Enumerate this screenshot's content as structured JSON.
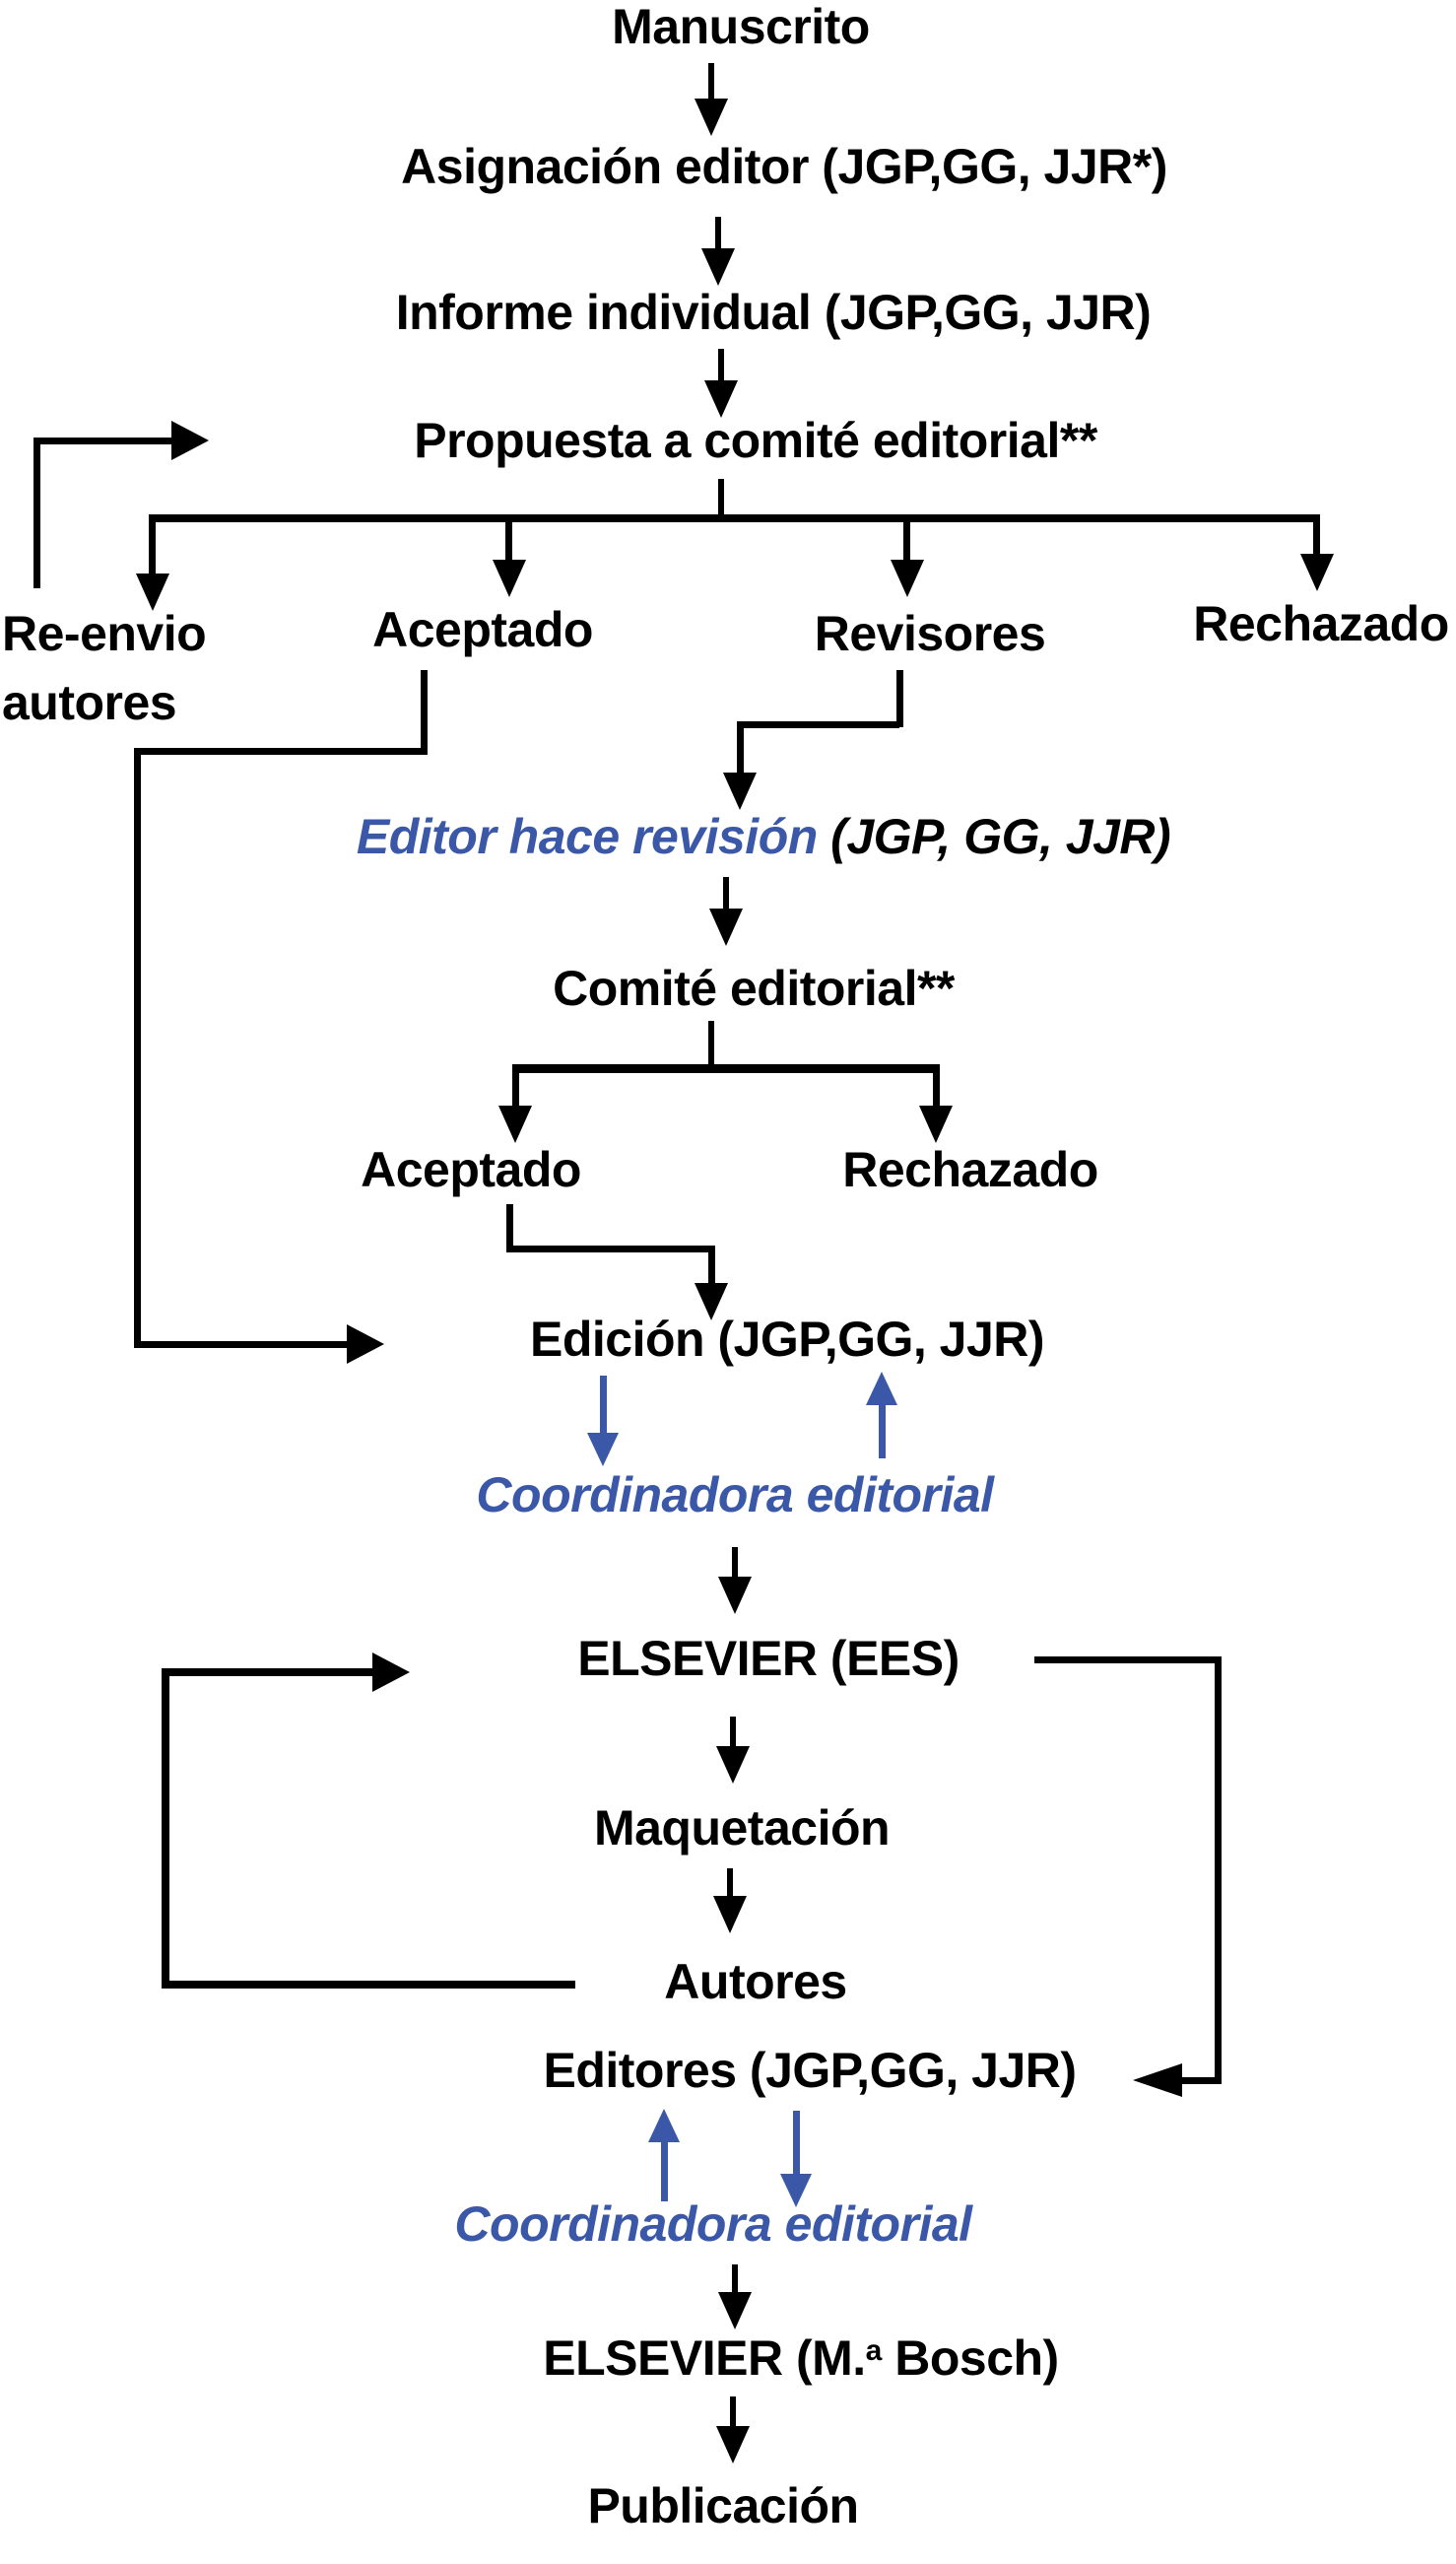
{
  "diagram_title": "Editorial workflow flowchart",
  "colors": {
    "text": "#000000",
    "accent_blue": "#3b58a8",
    "background": "#ffffff"
  },
  "nodes": {
    "manuscrito": "Manuscrito",
    "asignacion_editor": "Asignación editor (JGP,GG, JJR*)",
    "informe_individual": "Informe individual (JGP,GG, JJR)",
    "propuesta_comite": "Propuesta a comité editorial**",
    "reenvio_line1": "Re-envio",
    "reenvio_line2": "autores",
    "aceptado_1": "Aceptado",
    "revisores": "Revisores",
    "rechazado_1": "Rechazado",
    "editor_hace_revision": "Editor hace revisión",
    "editor_hace_revision_suffix": " (JGP, GG, JJR)",
    "comite_editorial": "Comité editorial**",
    "aceptado_2": "Aceptado",
    "rechazado_2": "Rechazado",
    "edicion": "Edición (JGP,GG, JJR)",
    "coordinadora_editorial_1": "Coordinadora editorial",
    "elsevier_ees": "ELSEVIER (EES)",
    "maquetacion": "Maquetación",
    "autores": "Autores",
    "editores": "Editores (JGP,GG, JJR)",
    "coordinadora_editorial_2": "Coordinadora editorial",
    "elsevier_bosch_pre": "ELSEVIER (M.",
    "elsevier_bosch_sup": "a",
    "elsevier_bosch_post": " Bosch)",
    "publicacion": "Publicación"
  },
  "edges": [
    {
      "from": "Manuscrito",
      "to": "Asignación editor (JGP,GG, JJR*)"
    },
    {
      "from": "Asignación editor (JGP,GG, JJR*)",
      "to": "Informe individual (JGP,GG, JJR)"
    },
    {
      "from": "Informe individual (JGP,GG, JJR)",
      "to": "Propuesta a comité editorial**"
    },
    {
      "from": "Propuesta a comité editorial**",
      "to": "Re-envio autores"
    },
    {
      "from": "Propuesta a comité editorial**",
      "to": "Aceptado"
    },
    {
      "from": "Propuesta a comité editorial**",
      "to": "Revisores"
    },
    {
      "from": "Propuesta a comité editorial**",
      "to": "Rechazado"
    },
    {
      "from": "Re-envio autores",
      "to": "Propuesta a comité editorial**"
    },
    {
      "from": "Revisores",
      "to": "Editor hace revisión (JGP, GG, JJR)"
    },
    {
      "from": "Editor hace revisión (JGP, GG, JJR)",
      "to": "Comité editorial**"
    },
    {
      "from": "Comité editorial**",
      "to": "Aceptado"
    },
    {
      "from": "Comité editorial**",
      "to": "Rechazado"
    },
    {
      "from": "Aceptado (1)",
      "to": "Edición (JGP,GG, JJR)"
    },
    {
      "from": "Aceptado (2)",
      "to": "Edición (JGP,GG, JJR)"
    },
    {
      "from": "Edición (JGP,GG, JJR)",
      "to": "Coordinadora editorial",
      "color": "blue"
    },
    {
      "from": "Coordinadora editorial",
      "to": "Edición (JGP,GG, JJR)",
      "color": "blue"
    },
    {
      "from": "Coordinadora editorial",
      "to": "ELSEVIER (EES)"
    },
    {
      "from": "ELSEVIER (EES)",
      "to": "Maquetación"
    },
    {
      "from": "Maquetación",
      "to": "Autores"
    },
    {
      "from": "Autores",
      "to": "ELSEVIER (EES)"
    },
    {
      "from": "ELSEVIER (EES)",
      "to": "Editores (JGP,GG, JJR)"
    },
    {
      "from": "Editores (JGP,GG, JJR)",
      "to": "Coordinadora editorial (2)",
      "color": "blue"
    },
    {
      "from": "Coordinadora editorial (2)",
      "to": "Editores (JGP,GG, JJR)",
      "color": "blue"
    },
    {
      "from": "Coordinadora editorial (2)",
      "to": "ELSEVIER (M.ª Bosch)"
    },
    {
      "from": "ELSEVIER (M.ª Bosch)",
      "to": "Publicación"
    }
  ]
}
